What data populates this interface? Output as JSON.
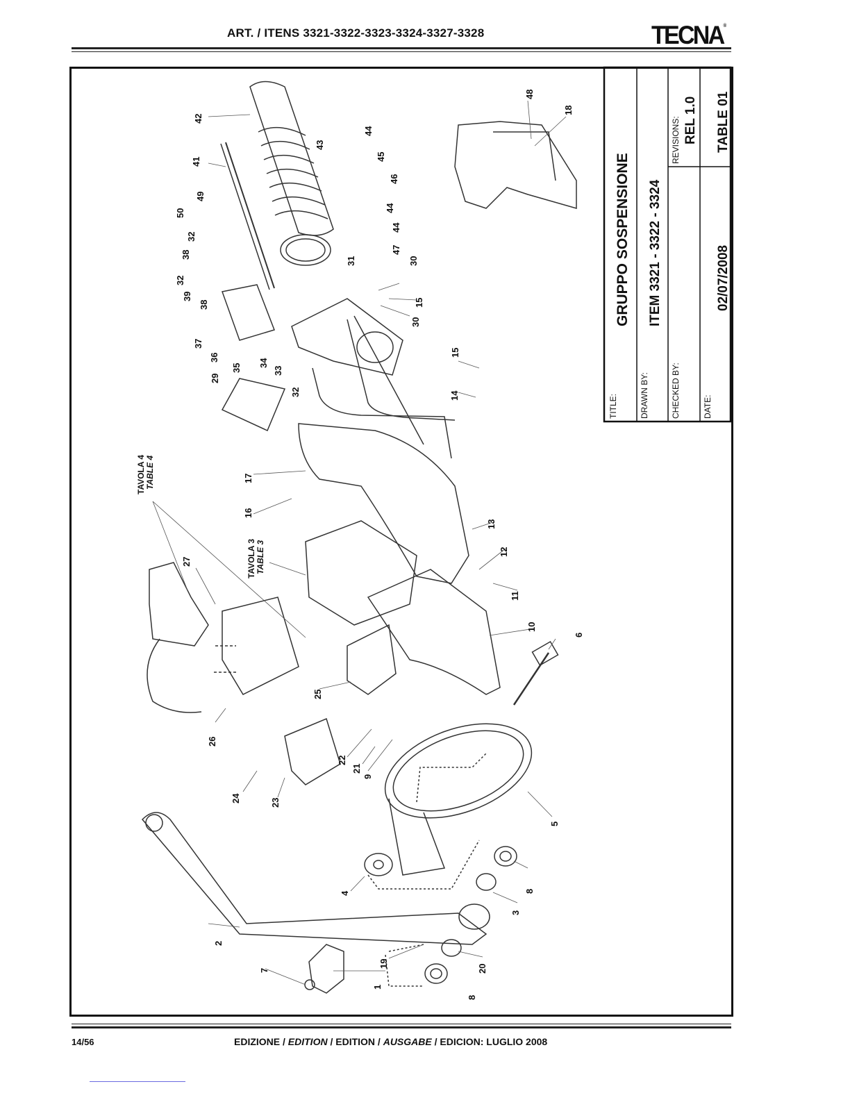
{
  "header": {
    "title": "ART. / ITENS 3321-3322-3323-3324-3327-3328",
    "logo": "TECNA",
    "logo_mark": "®"
  },
  "title_block": {
    "title_label": "TITLE:",
    "title_value": "GRUPPO SOSPENSIONE",
    "drawn_label": "DRAWN BY:",
    "drawn_value": "ITEM 3321 - 3322 - 3324",
    "checked_label": "CHECKED BY:",
    "revisions_label": "REVISIONS:",
    "revisions_value": "REL 1.0",
    "date_label": "DATE:",
    "date_value": "02/07/2008",
    "table_value": "TABLE 01"
  },
  "references": {
    "tavola4": "TAVOLA 4",
    "table4": "TABLE 4",
    "tavola3": "TAVOLA 3",
    "table3": "TABLE 3"
  },
  "part_numbers": [
    "42",
    "41",
    "43",
    "44",
    "45",
    "46",
    "44",
    "44",
    "47",
    "49",
    "50",
    "32",
    "38",
    "32",
    "39",
    "38",
    "31",
    "30",
    "15",
    "30",
    "37",
    "36",
    "35",
    "34",
    "33",
    "32",
    "29",
    "15",
    "14",
    "48",
    "18",
    "17",
    "16",
    "13",
    "12",
    "11",
    "10",
    "6",
    "27",
    "26",
    "25",
    "22",
    "21",
    "9",
    "24",
    "23",
    "5",
    "4",
    "8",
    "3",
    "2",
    "19",
    "7",
    "1",
    "20",
    "8"
  ],
  "footer": {
    "page": "14/56",
    "ed1": "EDIZIONE / ",
    "ed2": "EDITION",
    "ed3": " / EDITION / ",
    "ed4": "AUSGABE",
    "ed5": " / EDICION: LUGLIO 2008"
  }
}
